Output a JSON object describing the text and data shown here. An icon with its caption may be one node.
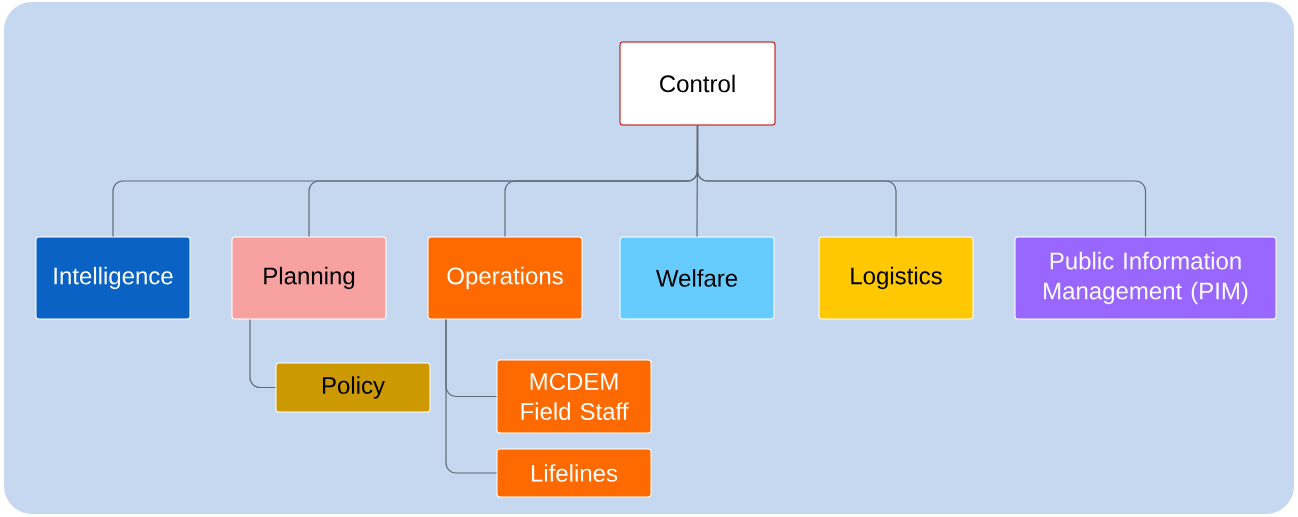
{
  "diagram": {
    "nodes": [
      {
        "text": [
          "Control"
        ]
      },
      {
        "text": [
          "Intelligence"
        ]
      },
      {
        "text": [
          "Planning"
        ]
      },
      {
        "text": [
          "Operations"
        ]
      },
      {
        "text": [
          "Welfare"
        ]
      },
      {
        "text": [
          "Logistics"
        ]
      },
      {
        "text": [
          "Public Information Management (PIM)"
        ]
      },
      {
        "text": [
          "Policy"
        ]
      },
      {
        "text": [
          "MCDEM Field Staff"
        ]
      },
      {
        "text": [
          "Lifelines"
        ]
      }
    ],
    "edges": [
      {
        "from": 0,
        "to": 1,
        "arrow": "none"
      },
      {
        "from": 0,
        "to": 2,
        "arrow": "none"
      },
      {
        "from": 0,
        "to": 3,
        "arrow": "none"
      },
      {
        "from": 0,
        "to": 4,
        "arrow": "none"
      },
      {
        "from": 0,
        "to": 5,
        "arrow": "none"
      },
      {
        "from": 0,
        "to": 6,
        "arrow": "none"
      },
      {
        "from": 2,
        "to": 7,
        "arrow": "none"
      },
      {
        "from": 3,
        "to": 8,
        "arrow": "none"
      },
      {
        "from": 3,
        "to": 9,
        "arrow": "none"
      }
    ]
  }
}
